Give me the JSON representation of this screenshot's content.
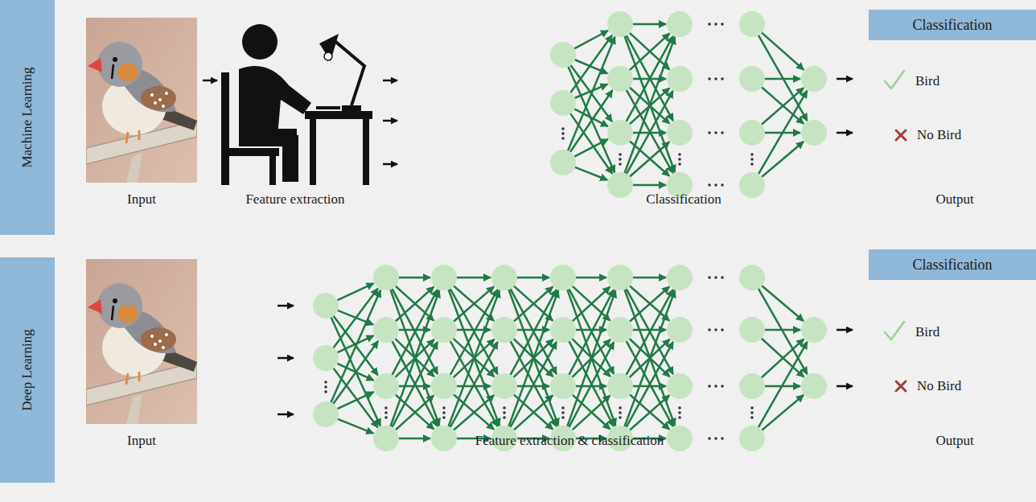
{
  "diagram": {
    "nodes": [
      {
        "text": [
          "Machine Learning"
        ]
      },
      {
        "text": [
          "Classification"
        ]
      },
      {
        "text": [
          "Deep Learning"
        ]
      },
      {
        "text": [
          "Classification"
        ]
      }
    ],
    "labels": [
      "Input",
      "Feature extraction",
      "Classification",
      "Bird",
      "No Bird",
      "Output",
      "Input",
      "Feature extraction & classification",
      "Bird",
      "No Bird",
      "Output"
    ]
  }
}
